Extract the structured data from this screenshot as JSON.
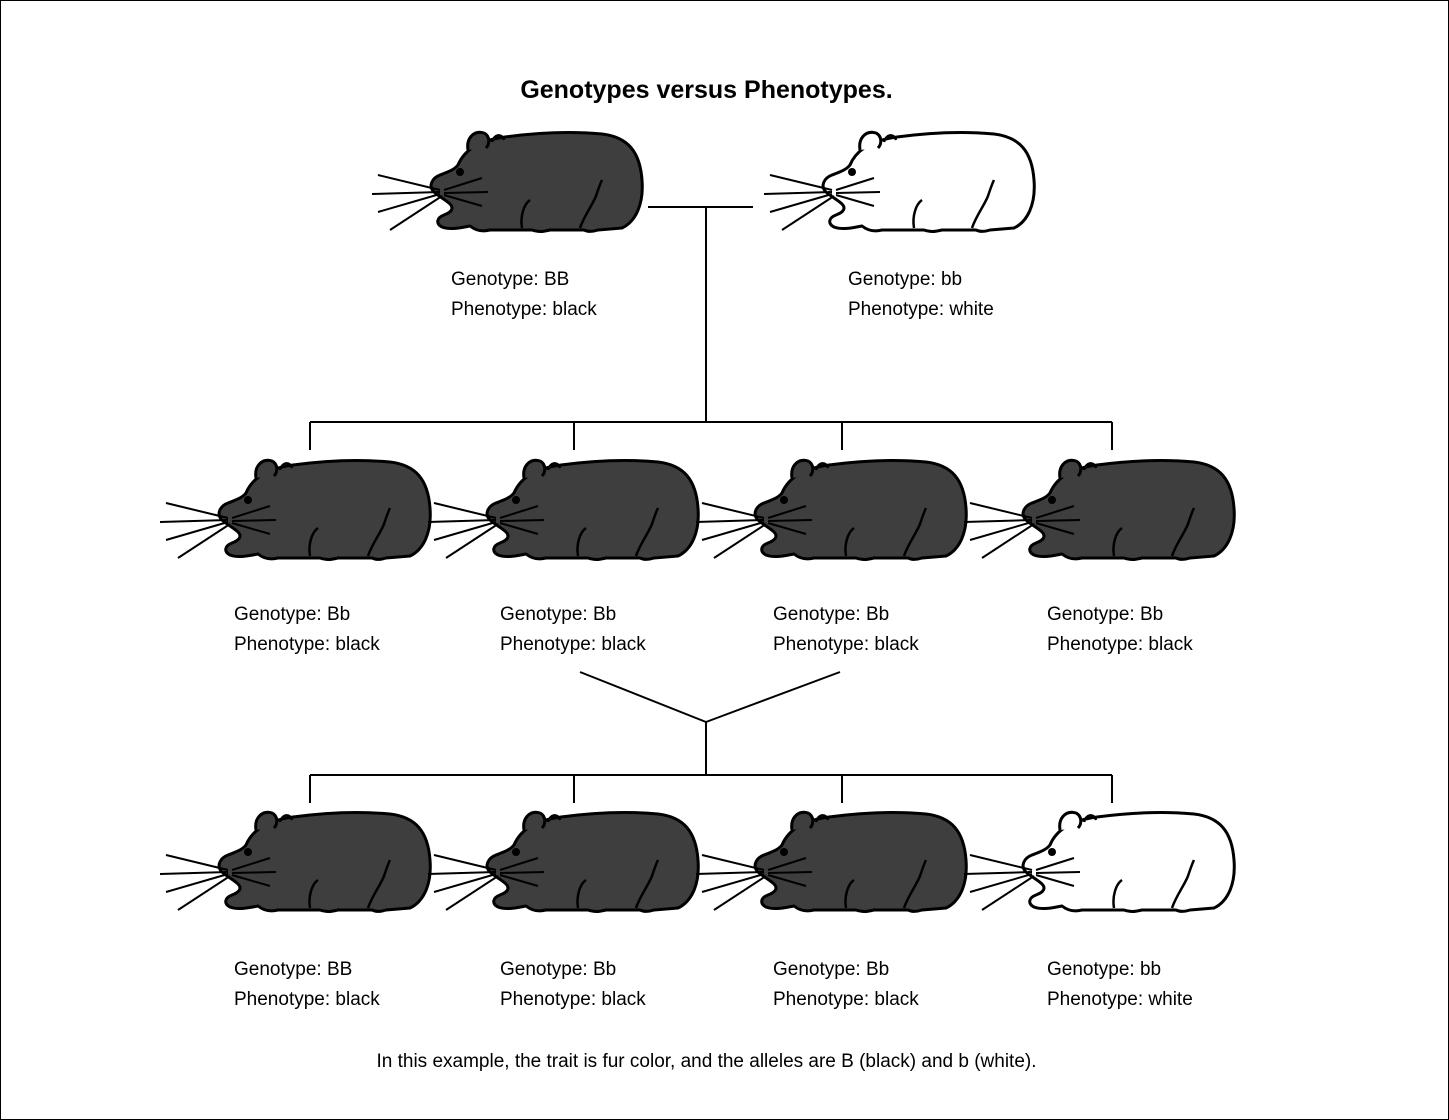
{
  "title": "Genotypes versus Phenotypes.",
  "caption": "In this example, the trait is fur color, and the alleles are B (black) and b (white).",
  "colors": {
    "black_fur": "#3e3e3e",
    "white_fur": "#ffffff",
    "outline": "#000000"
  },
  "parents": [
    {
      "genotype": "Genotype: BB",
      "phenotype": "Phenotype: black",
      "fur": "black"
    },
    {
      "genotype": "Genotype: bb",
      "phenotype": "Phenotype: white",
      "fur": "white"
    }
  ],
  "f1": [
    {
      "genotype": "Genotype: Bb",
      "phenotype": "Phenotype: black",
      "fur": "black"
    },
    {
      "genotype": "Genotype: Bb",
      "phenotype": "Phenotype: black",
      "fur": "black"
    },
    {
      "genotype": "Genotype: Bb",
      "phenotype": "Phenotype: black",
      "fur": "black"
    },
    {
      "genotype": "Genotype: Bb",
      "phenotype": "Phenotype: black",
      "fur": "black"
    }
  ],
  "f2": [
    {
      "genotype": "Genotype: BB",
      "phenotype": "Phenotype: black",
      "fur": "black"
    },
    {
      "genotype": "Genotype: Bb",
      "phenotype": "Phenotype: black",
      "fur": "black"
    },
    {
      "genotype": "Genotype: Bb",
      "phenotype": "Phenotype: black",
      "fur": "black"
    },
    {
      "genotype": "Genotype: bb",
      "phenotype": "Phenotype: white",
      "fur": "white"
    }
  ]
}
